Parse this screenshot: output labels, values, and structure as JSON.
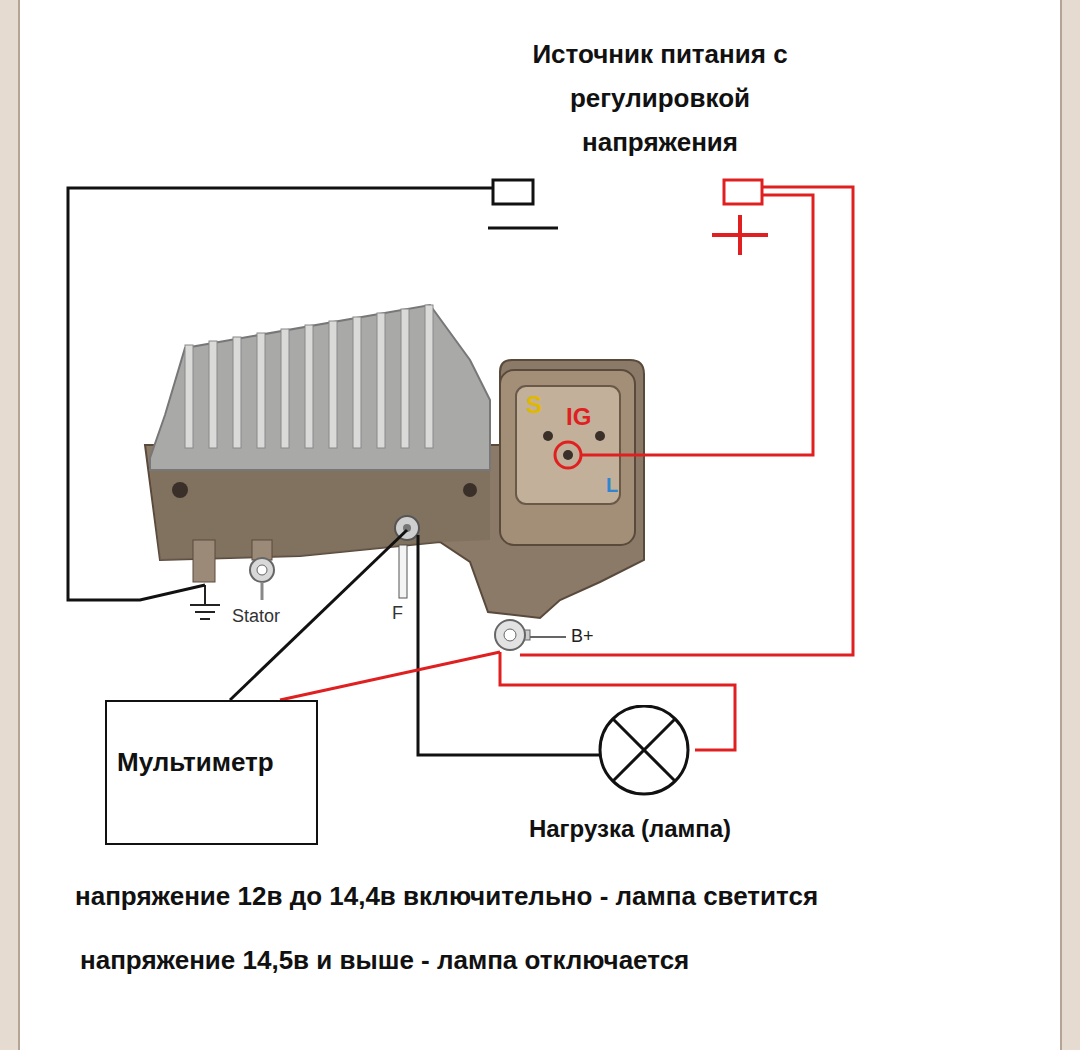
{
  "diagram": {
    "title": "Источник питания с регулировкой напряжения",
    "nodes": [
      {
        "text": [
          "Мультиметр"
        ]
      },
      {
        "text": [
          "Нагрузка (лампа)"
        ]
      }
    ],
    "labels": [
      "S",
      "IG",
      "L",
      "Stator",
      "F",
      "B+",
      "напряжение 12в до 14,4в включительно - лампа светится",
      "напряжение 14,5в и выше - лампа отключается"
    ]
  }
}
